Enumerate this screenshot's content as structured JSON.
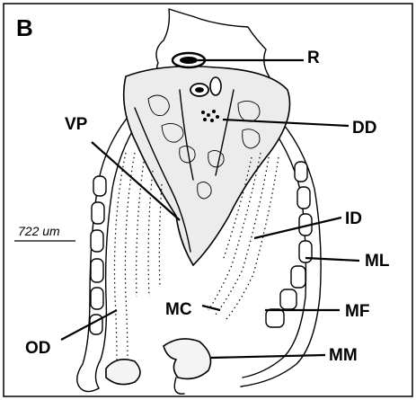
{
  "figure": {
    "panel_label": "B",
    "scale_bar": "722 um",
    "labels": {
      "R": "R",
      "DD": "DD",
      "VP": "VP",
      "ID": "ID",
      "ML": "ML",
      "MC": "MC",
      "MF": "MF",
      "OD": "OD",
      "MM": "MM"
    }
  }
}
